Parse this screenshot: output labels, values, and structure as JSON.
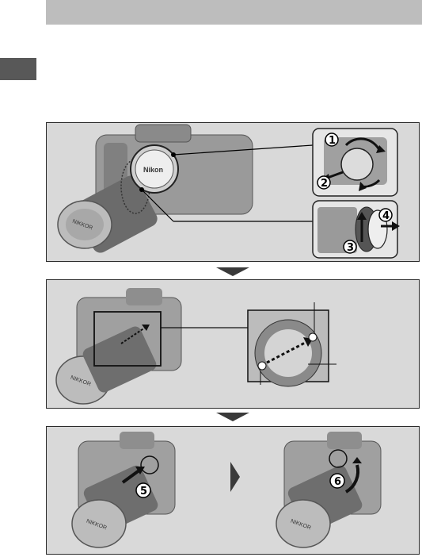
{
  "header": {
    "title": ""
  },
  "side_tab": {
    "label": ""
  },
  "panel1": {
    "step_numbers": [
      "1",
      "2",
      "3",
      "4"
    ],
    "body_cap_brand": "Nikon",
    "lens_brand": "NIKKOR"
  },
  "panel2": {
    "lens_brand": "NIKKOR"
  },
  "panel3": {
    "step_numbers": [
      "5",
      "6"
    ],
    "lens_brand": "NIKKOR"
  },
  "colors": {
    "panel_bg": "#d9d9d9",
    "title_bar": "#bdbdbd",
    "side_tab": "#585858",
    "arrow": "#3a3a3a"
  }
}
